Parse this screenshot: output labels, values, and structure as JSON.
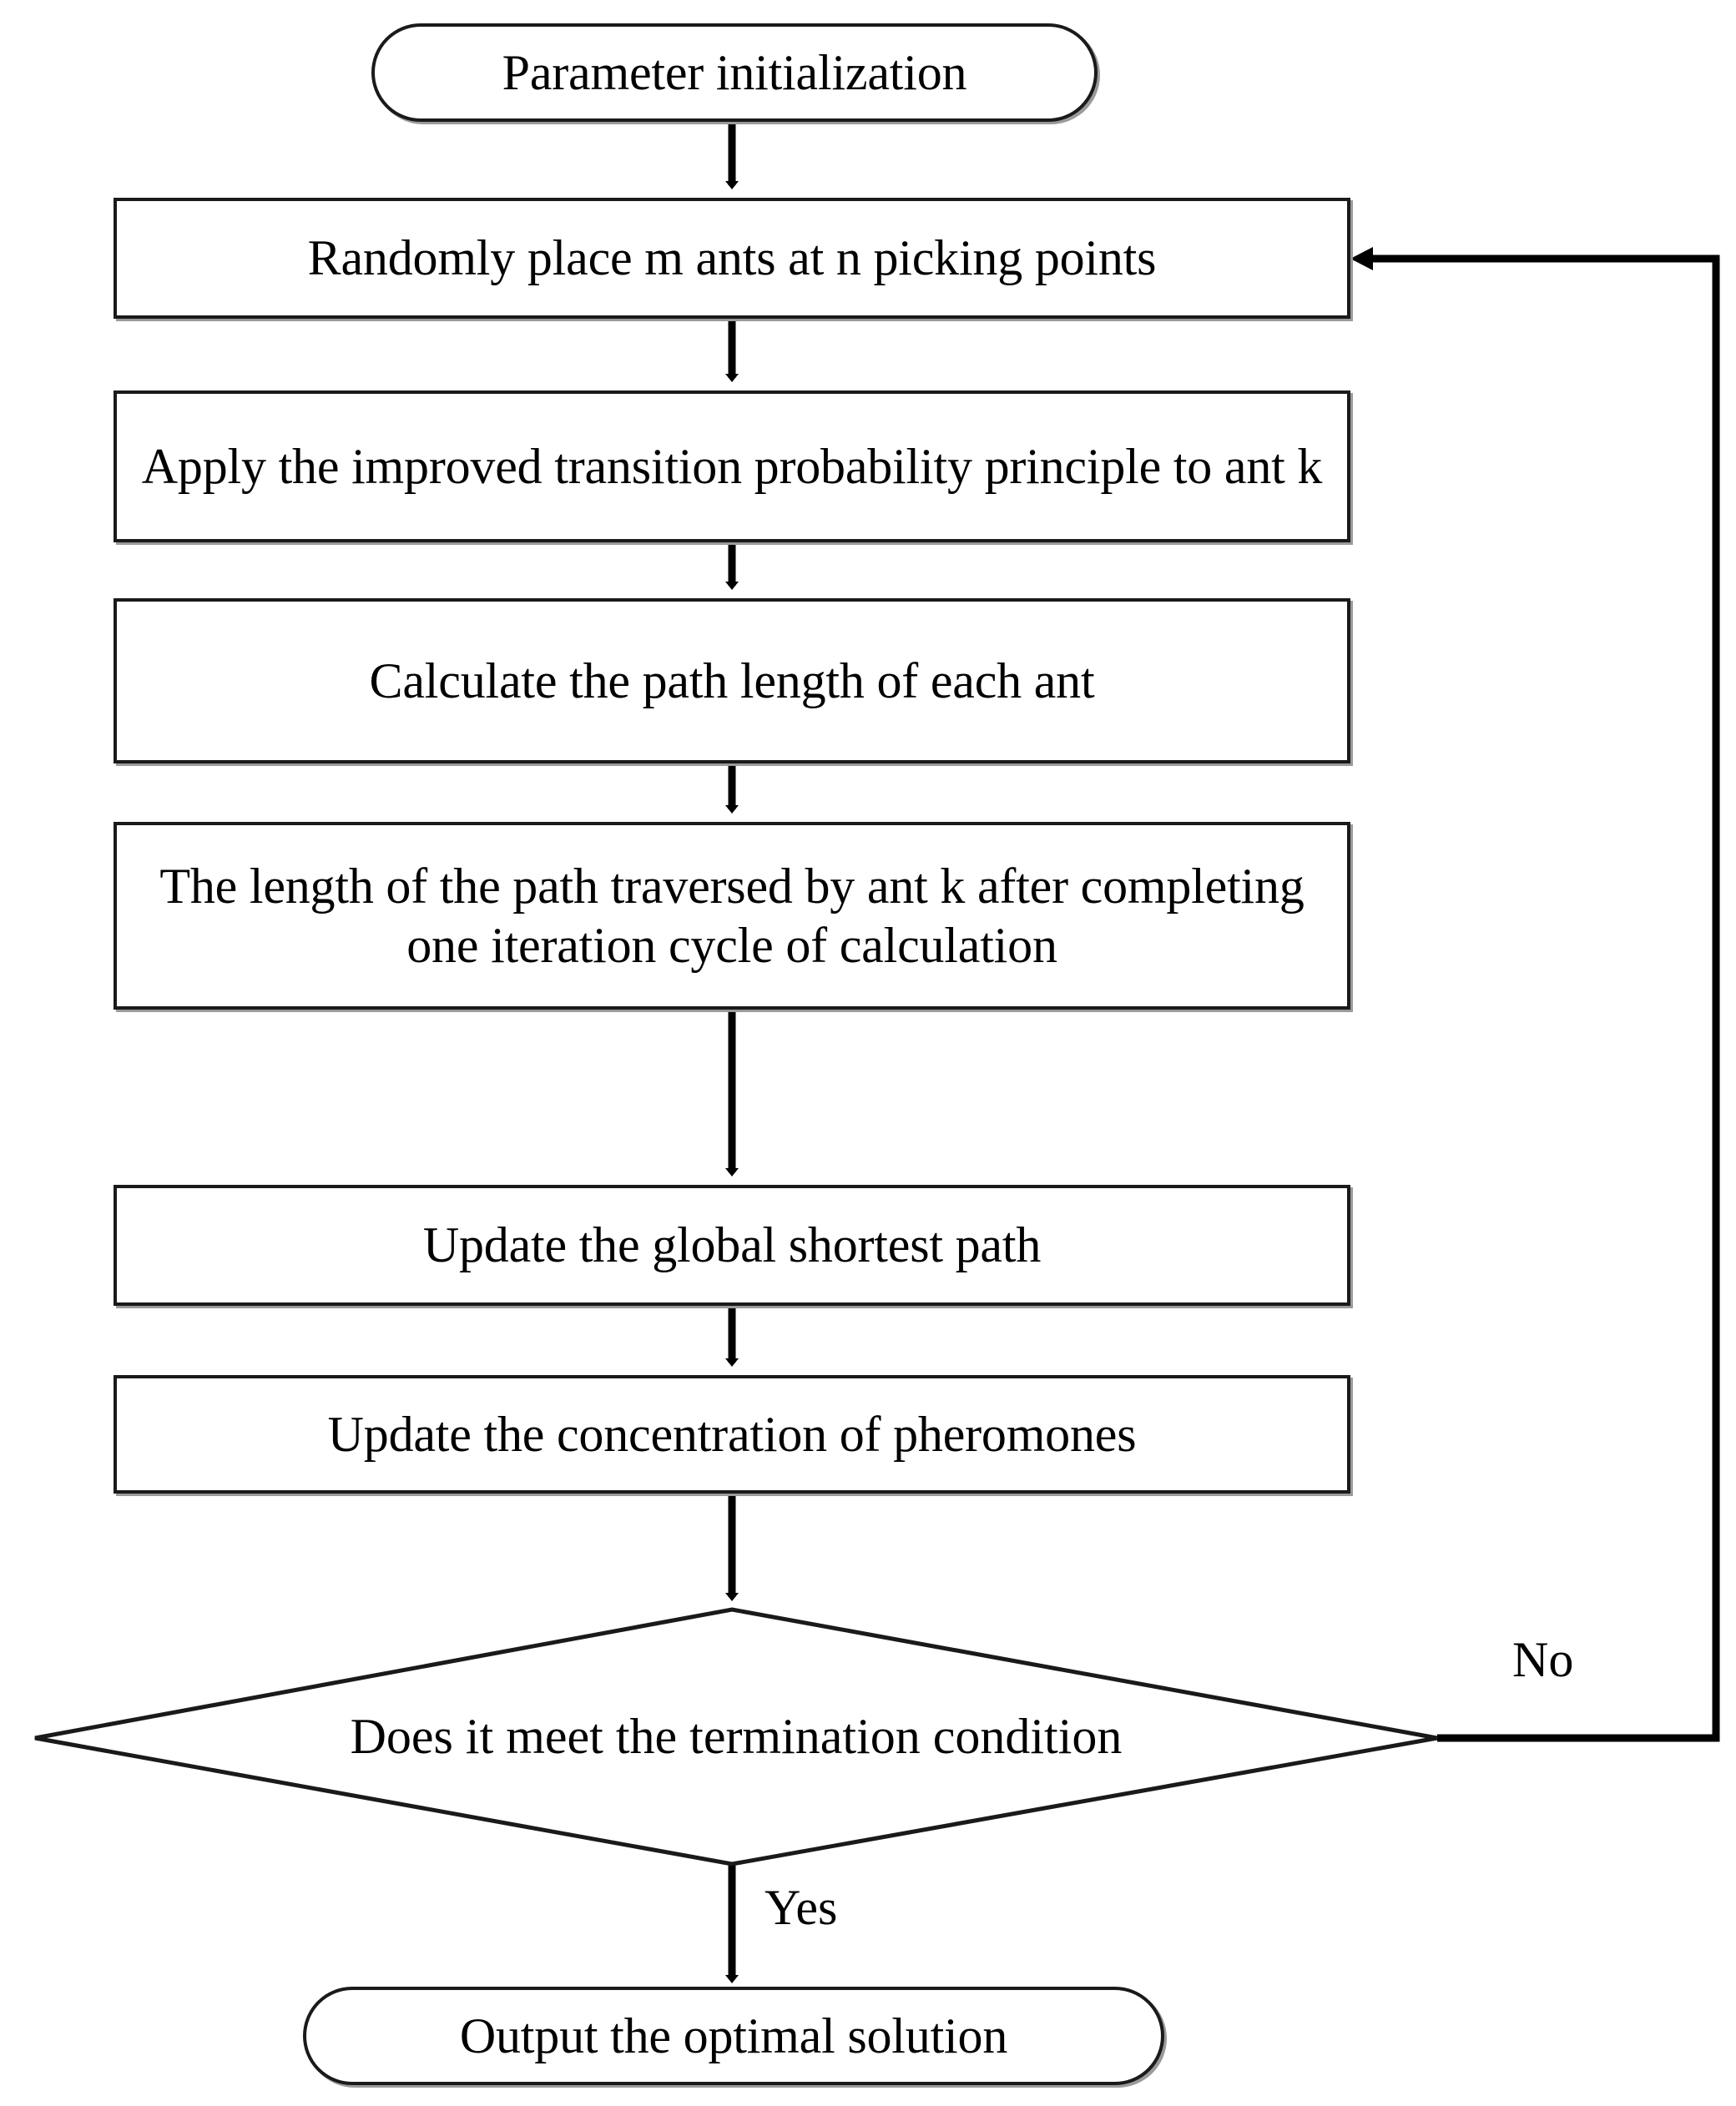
{
  "diagram": {
    "title": "Improved ant colony algorithm flowchart",
    "type": "flowchart",
    "background_color": "#ffffff",
    "line_color": "#1a1a1a",
    "text_color": "#000000",
    "nodes": [
      {
        "id": "start",
        "shape": "terminator",
        "label": "Parameter initialization"
      },
      {
        "id": "place_ants",
        "shape": "process",
        "label": "Randomly place m ants at n picking points"
      },
      {
        "id": "transition",
        "shape": "process",
        "label": "Apply the improved transition probability principle to ant k"
      },
      {
        "id": "path_length",
        "shape": "process",
        "label": "Calculate the path length of each ant"
      },
      {
        "id": "iteration",
        "shape": "process",
        "label": "The length of the path traversed by ant k after completing one iteration cycle of calculation"
      },
      {
        "id": "global_path",
        "shape": "process",
        "label": "Update the global shortest path"
      },
      {
        "id": "pheromones",
        "shape": "process",
        "label": "Update the concentration of pheromones"
      },
      {
        "id": "decision",
        "shape": "decision",
        "label": "Does it meet the termination condition"
      },
      {
        "id": "output",
        "shape": "terminator",
        "label": "Output the optimal solution"
      }
    ],
    "edge_labels": {
      "no": "No",
      "yes": "Yes"
    },
    "edges": [
      {
        "from": "start",
        "to": "place_ants",
        "label": ""
      },
      {
        "from": "place_ants",
        "to": "transition",
        "label": ""
      },
      {
        "from": "transition",
        "to": "path_length",
        "label": ""
      },
      {
        "from": "path_length",
        "to": "iteration",
        "label": ""
      },
      {
        "from": "iteration",
        "to": "global_path",
        "label": ""
      },
      {
        "from": "global_path",
        "to": "pheromones",
        "label": ""
      },
      {
        "from": "pheromones",
        "to": "decision",
        "label": ""
      },
      {
        "from": "decision",
        "to": "place_ants",
        "label": "No"
      },
      {
        "from": "decision",
        "to": "output",
        "label": "Yes"
      }
    ]
  }
}
